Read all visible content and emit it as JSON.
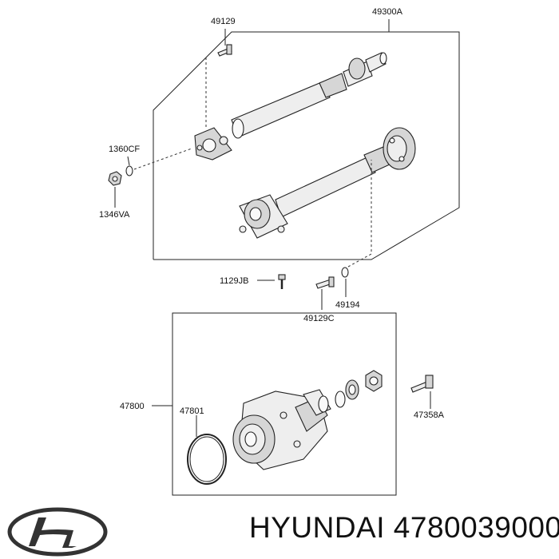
{
  "diagram": {
    "labels": {
      "p49129": "49129",
      "p49300A": "49300A",
      "p1360CF": "1360CF",
      "p1346VA": "1346VA",
      "p1129JB": "1129JB",
      "p49194": "49194",
      "p49129C": "49129C",
      "p47800": "47800",
      "p47801": "47801",
      "p47358A": "47358A"
    }
  },
  "footer": {
    "brand": "HYUNDAI 4780039000",
    "logo_icon": "hyundai-logo-icon"
  }
}
